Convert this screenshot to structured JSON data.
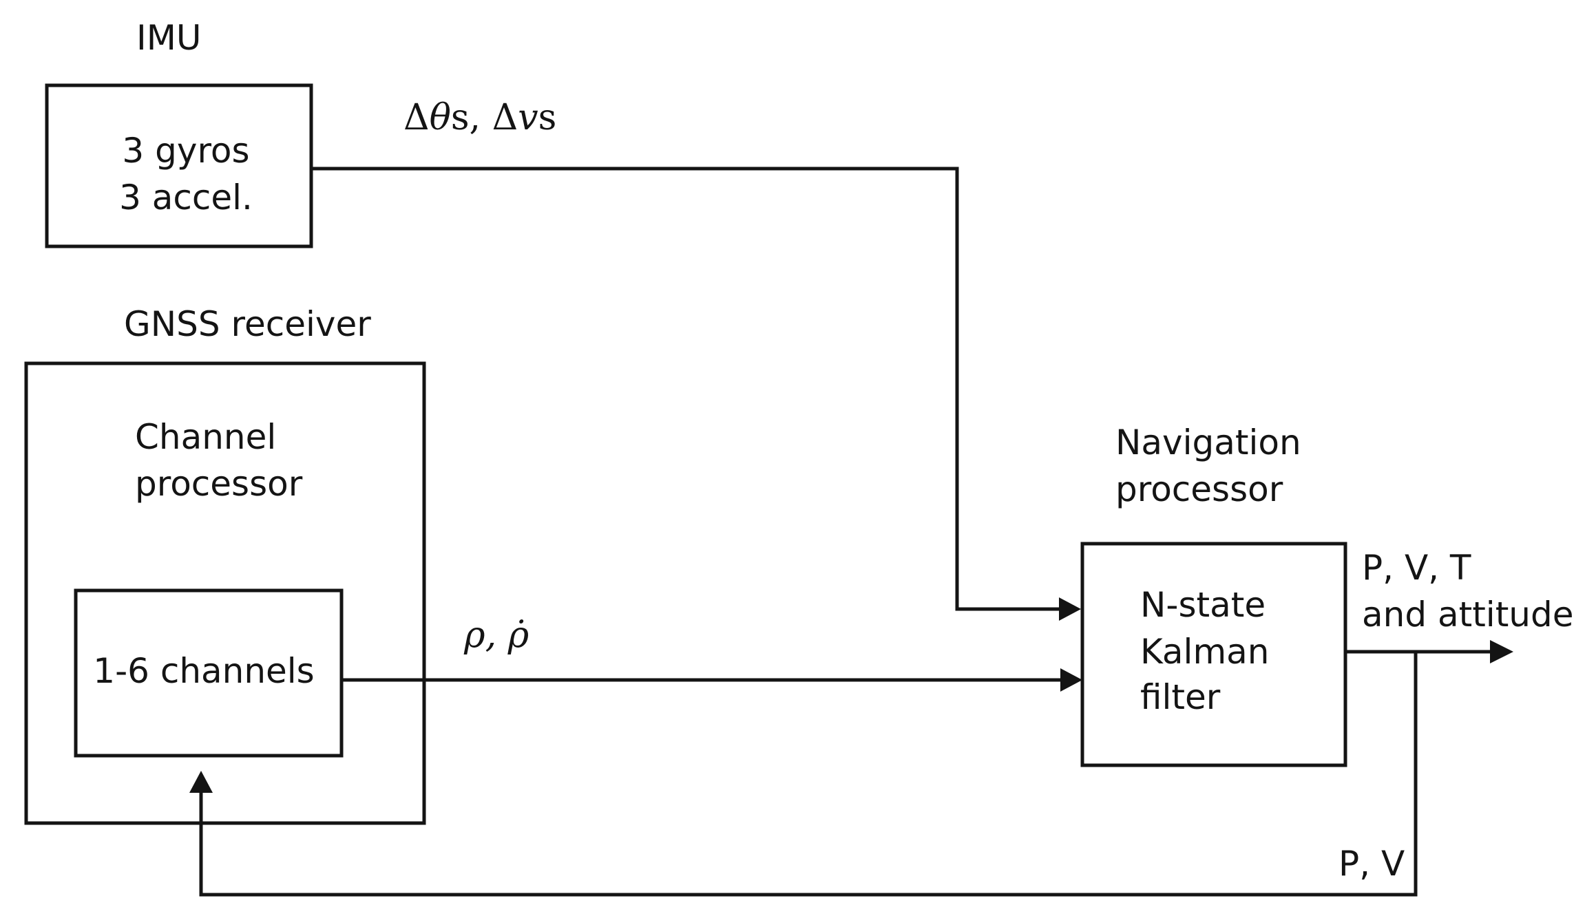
{
  "imu": {
    "title": "IMU",
    "line1": "3 gyros",
    "line2": "3 accel."
  },
  "imu_output": {
    "delta": "Δ",
    "theta": "θ",
    "s_comma": "s, ",
    "v": "v",
    "s": "s"
  },
  "gnss": {
    "title": "GNSS receiver",
    "channel_line1": "Channel",
    "channel_line2": "processor",
    "channels": "1-6 channels"
  },
  "gnss_output": {
    "rho": "ρ",
    "sep": ", ",
    "rho_dot": "ρ̇"
  },
  "navigation": {
    "title_line1": "Navigation",
    "title_line2": "processor",
    "kf_line1": "N-state",
    "kf_line2": "Kalman",
    "kf_line3": "filter"
  },
  "outputs": {
    "line1": "P, V, T",
    "line2": "and attitude",
    "feedback": "P, V"
  },
  "colors": {
    "ink": "#141414",
    "background": "#ffffff"
  }
}
